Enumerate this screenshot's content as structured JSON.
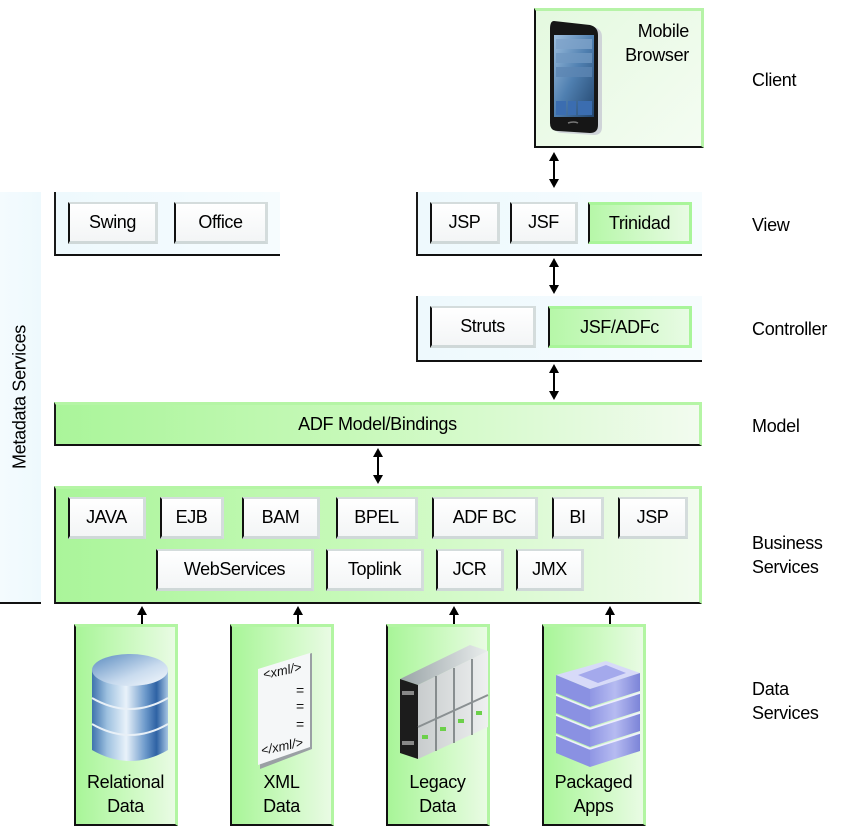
{
  "layers": {
    "client": "Client",
    "view": "View",
    "controller": "Controller",
    "model": "Model",
    "business_services": "Business\nServices",
    "data_services": "Data\nServices"
  },
  "metadata_services": "Metadata Services",
  "client": {
    "mobile_browser": {
      "label": "Mobile\nBrowser",
      "icon": "mobile-phone-icon"
    }
  },
  "view": {
    "desktop": [
      {
        "label": "Swing"
      },
      {
        "label": "Office"
      }
    ],
    "web": [
      {
        "label": "JSP",
        "highlight": false
      },
      {
        "label": "JSF",
        "highlight": false
      },
      {
        "label": "Trinidad",
        "highlight": true
      }
    ]
  },
  "controller": {
    "items": [
      {
        "label": "Struts",
        "highlight": false
      },
      {
        "label": "JSF/ADFc",
        "highlight": true
      }
    ]
  },
  "model": {
    "label": "ADF Model/Bindings"
  },
  "business_services": {
    "row1": [
      "JAVA",
      "EJB",
      "BAM",
      "BPEL",
      "ADF BC",
      "BI",
      "JSP"
    ],
    "row2": [
      "WebServices",
      "Toplink",
      "JCR",
      "JMX"
    ]
  },
  "data_services": [
    {
      "label": "Relational\nData",
      "icon": "database-icon"
    },
    {
      "label": "XML\nData",
      "icon": "xml-document-icon",
      "icon_text": [
        "<xml/>",
        "=",
        "=",
        "=",
        "</xml/>"
      ]
    },
    {
      "label": "Legacy\nData",
      "icon": "server-rack-icon"
    },
    {
      "label": "Packaged\nApps",
      "icon": "packaged-apps-icon"
    }
  ],
  "colors": {
    "green_accent": "#b5f5a5",
    "blue_panel": "#eef9fd",
    "chip_bg": "#f3f5f6"
  }
}
